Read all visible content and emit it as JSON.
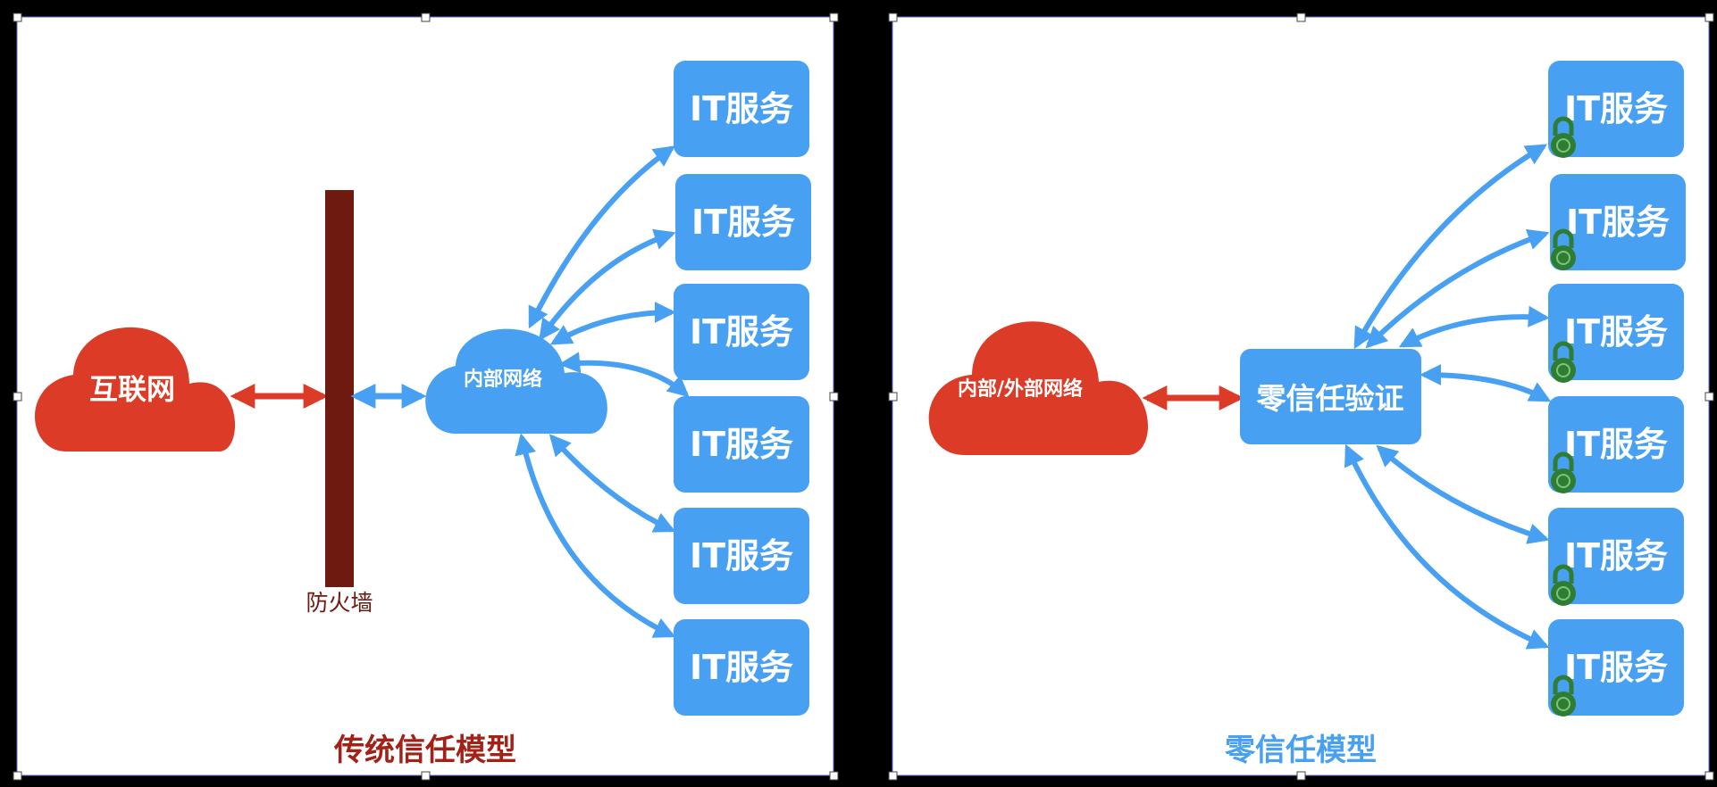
{
  "left_panel": {
    "internet_label": "互联网",
    "firewall_label": "防火墙",
    "internal_network_label": "内部网络",
    "service_labels": [
      "IT服务",
      "IT服务",
      "IT服务",
      "IT服务",
      "IT服务",
      "IT服务"
    ],
    "caption": "传统信任模型"
  },
  "right_panel": {
    "network_label": "内部/外部网络",
    "verify_label": "零信任验证",
    "service_labels": [
      "IT服务",
      "IT服务",
      "IT服务",
      "IT服务",
      "IT服务",
      "IT服务"
    ],
    "caption": "零信任模型"
  },
  "colors": {
    "red": "#db3b27",
    "firewall": "#6e1a10",
    "blue": "#48a0f2",
    "lock": "#2e7d32",
    "caption_left": "#a32218",
    "caption_right": "#48a0f2"
  }
}
